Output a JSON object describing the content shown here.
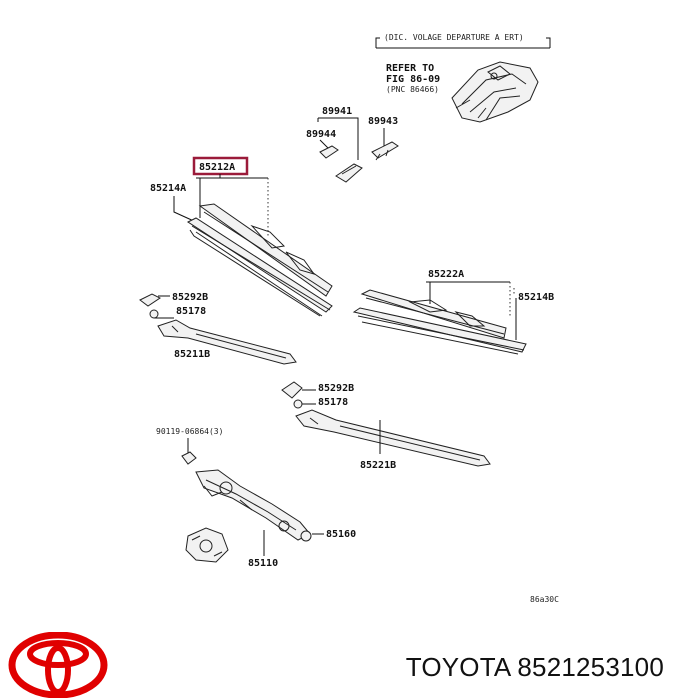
{
  "callouts": {
    "note": "(DIC. VOLAGE DEPARTURE A ERT)",
    "refer_1": "REFER TO",
    "refer_2": "FIG 86-09",
    "refer_3": "(PNC 86466)",
    "p89941": "89941",
    "p89944": "89944",
    "p89943": "89943",
    "p85212A": "85212A",
    "p85214A": "85214A",
    "p85222A": "85222A",
    "p85214B": "85214B",
    "p85292B_left": "85292B",
    "p85178_left": "85178",
    "p85211B": "85211B",
    "p85292B_right": "85292B",
    "p85178_right": "85178",
    "p85221B": "85221B",
    "p90119": "90119-06864(3)",
    "p85160": "85160",
    "p85110": "85110",
    "fig_code": "86a30C"
  },
  "highlight_color": "#9b1b3a",
  "brand": {
    "logo": "toyota-logo",
    "logo_color": "#e00000",
    "caption": "TOYOTA 8521253100"
  }
}
